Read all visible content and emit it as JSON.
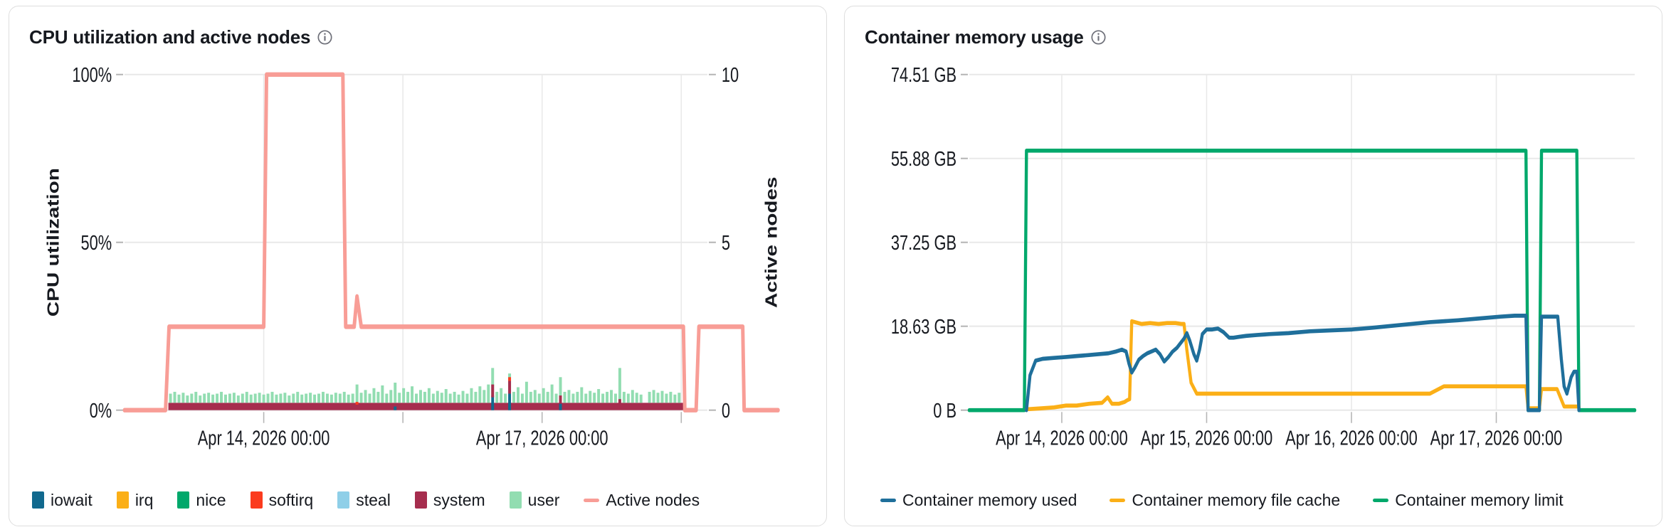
{
  "cards": [
    {
      "title": "CPU utilization and active nodes",
      "info_icon": "info-icon",
      "axes": {
        "left_title": "CPU utilization",
        "right_title": "Active nodes",
        "left_ticks": [
          "100%",
          "50%",
          "0%"
        ],
        "right_ticks": [
          "10",
          "5",
          "0"
        ],
        "x_ticks": [
          "Apr 14, 2026 00:00",
          "Apr 17, 2026 00:00"
        ]
      },
      "legend": [
        {
          "label": "iowait",
          "color": "#11698E",
          "marker": "box"
        },
        {
          "label": "irq",
          "color": "#FBAF17",
          "marker": "box"
        },
        {
          "label": "nice",
          "color": "#00A86B",
          "marker": "box"
        },
        {
          "label": "softirq",
          "color": "#FB3B1E",
          "marker": "box"
        },
        {
          "label": "steal",
          "color": "#8FCFE8",
          "marker": "box"
        },
        {
          "label": "system",
          "color": "#A62D4E",
          "marker": "box"
        },
        {
          "label": "user",
          "color": "#92DDB1",
          "marker": "box"
        },
        {
          "label": "Active nodes",
          "color": "#F89D96",
          "marker": "line"
        }
      ]
    },
    {
      "title": "Container memory usage",
      "info_icon": "info-icon",
      "axes": {
        "left_title": "",
        "left_ticks": [
          "74.51 GB",
          "55.88 GB",
          "37.25 GB",
          "18.63 GB",
          "0 B"
        ],
        "x_ticks": [
          "Apr 14, 2026 00:00",
          "Apr 15, 2026 00:00",
          "Apr 16, 2026 00:00",
          "Apr 17, 2026 00:00"
        ]
      },
      "legend": [
        {
          "label": "Container memory used",
          "color": "#1F6F9B",
          "marker": "line"
        },
        {
          "label": "Container memory file cache",
          "color": "#FBAF17",
          "marker": "line"
        },
        {
          "label": "Container memory limit",
          "color": "#00A86B",
          "marker": "line"
        }
      ]
    }
  ],
  "chart_data": [
    {
      "type": "bar",
      "title": "CPU utilization and active nodes",
      "xlabel": "",
      "ylabel": "CPU utilization",
      "y2label": "Active nodes",
      "ylim": [
        0,
        100
      ],
      "y2lim": [
        0,
        12
      ],
      "ytick_labels": [
        "0%",
        "50%",
        "100%"
      ],
      "ytick_values": [
        0,
        50,
        100
      ],
      "y2tick_labels": [
        "0",
        "5",
        "10"
      ],
      "y2tick_values": [
        0,
        5,
        10
      ],
      "xlim": [
        "Apr 13, 2026 12:00",
        "Apr 17, 2026 18:00"
      ],
      "xtick_labels": [
        "Apr 14, 2026 00:00",
        "Apr 17, 2026 00:00"
      ],
      "grid": true,
      "legend_position": "bottom",
      "stacked": true,
      "series": [
        {
          "name": "iowait",
          "color": "#11698E",
          "kind": "bar",
          "note": "near zero everywhere; occasional 1-3% spikes at ~Apr 15.2, Apr 15.5, Apr 16.0"
        },
        {
          "name": "irq",
          "color": "#FBAF17",
          "kind": "bar",
          "note": "negligible, <0.2%"
        },
        {
          "name": "nice",
          "color": "#00A86B",
          "kind": "bar",
          "note": "negligible, <0.2%"
        },
        {
          "name": "softirq",
          "color": "#FB3B1E",
          "kind": "bar",
          "note": "negligible, <0.3%"
        },
        {
          "name": "steal",
          "color": "#8FCFE8",
          "kind": "bar",
          "note": "negligible, <0.1%"
        },
        {
          "name": "system",
          "color": "#A62D4E",
          "kind": "bar",
          "note": "constant base band ~0.8-1.5%, occasional 3-5% spikes"
        },
        {
          "name": "user",
          "color": "#92DDB1",
          "kind": "bar",
          "note": "main band ~1.5-3%, spikes up to 8-12% around Apr 15.2 and Apr 15.5"
        },
        {
          "name": "Active nodes",
          "color": "#F89D96",
          "kind": "line",
          "axis": "right",
          "steps": [
            {
              "x": "Apr 13, 2026 12:00",
              "y": 0
            },
            {
              "x": "Apr 13, 2026 21:30",
              "y": 0
            },
            {
              "x": "Apr 13, 2026 22:00",
              "y": 3
            },
            {
              "x": "Apr 14, 2026 12:30",
              "y": 3
            },
            {
              "x": "Apr 14, 2026 13:00",
              "y": 12
            },
            {
              "x": "Apr 15, 2026 01:30",
              "y": 12
            },
            {
              "x": "Apr 15, 2026 02:00",
              "y": 3
            },
            {
              "x": "Apr 15, 2026 03:00",
              "y": 3
            },
            {
              "x": "Apr 15, 2026 03:30",
              "y": 4.3
            },
            {
              "x": "Apr 15, 2026 04:00",
              "y": 3
            },
            {
              "x": "Apr 17, 2026 05:00",
              "y": 3
            },
            {
              "x": "Apr 17, 2026 05:30",
              "y": 0
            },
            {
              "x": "Apr 17, 2026 06:30",
              "y": 0
            },
            {
              "x": "Apr 17, 2026 07:00",
              "y": 3
            },
            {
              "x": "Apr 17, 2026 12:30",
              "y": 3
            },
            {
              "x": "Apr 17, 2026 13:00",
              "y": 0
            },
            {
              "x": "Apr 17, 2026 18:00",
              "y": 0
            }
          ]
        }
      ]
    },
    {
      "type": "line",
      "title": "Container memory usage",
      "xlabel": "",
      "ylabel": "",
      "ylim": [
        0,
        74.51
      ],
      "ytick_labels": [
        "0 B",
        "18.63 GB",
        "37.25 GB",
        "55.88 GB",
        "74.51 GB"
      ],
      "ytick_values": [
        0,
        18.63,
        37.25,
        55.88,
        74.51
      ],
      "xlim": [
        "Apr 13, 2026 12:00",
        "Apr 17, 2026 18:00"
      ],
      "xtick_labels": [
        "Apr 14, 2026 00:00",
        "Apr 15, 2026 00:00",
        "Apr 16, 2026 00:00",
        "Apr 17, 2026 00:00"
      ],
      "grid": true,
      "legend_position": "bottom",
      "units": "GB",
      "series": [
        {
          "name": "Container memory limit",
          "color": "#00A86B",
          "points": [
            {
              "x": "Apr 13, 2026 12:00",
              "y": 0
            },
            {
              "x": "Apr 13, 2026 21:45",
              "y": 0
            },
            {
              "x": "Apr 13, 2026 22:00",
              "y": 57.5
            },
            {
              "x": "Apr 17, 2026 05:15",
              "y": 57.5
            },
            {
              "x": "Apr 17, 2026 05:30",
              "y": 0
            },
            {
              "x": "Apr 17, 2026 06:30",
              "y": 0
            },
            {
              "x": "Apr 17, 2026 06:45",
              "y": 57.5
            },
            {
              "x": "Apr 17, 2026 12:45",
              "y": 57.5
            },
            {
              "x": "Apr 17, 2026 13:00",
              "y": 0
            },
            {
              "x": "Apr 17, 2026 18:00",
              "y": 0
            }
          ]
        },
        {
          "name": "Container memory used",
          "color": "#1F6F9B",
          "points": [
            {
              "x": "Apr 13, 2026 22:00",
              "y": 0
            },
            {
              "x": "Apr 13, 2026 23:00",
              "y": 10.5
            },
            {
              "x": "Apr 14, 2026 02:00",
              "y": 11.6
            },
            {
              "x": "Apr 14, 2026 12:00",
              "y": 11.9
            },
            {
              "x": "Apr 14, 2026 18:00",
              "y": 12.3
            },
            {
              "x": "Apr 14, 2026 20:30",
              "y": 13.0
            },
            {
              "x": "Apr 14, 2026 21:30",
              "y": 10.4
            },
            {
              "x": "Apr 14, 2026 23:00",
              "y": 11.2
            },
            {
              "x": "Apr 15, 2026 02:00",
              "y": 13.4
            },
            {
              "x": "Apr 15, 2026 03:30",
              "y": 11.7
            },
            {
              "x": "Apr 15, 2026 05:30",
              "y": 13.6
            },
            {
              "x": "Apr 15, 2026 06:30",
              "y": 12.4
            },
            {
              "x": "Apr 15, 2026 08:00",
              "y": 17.0
            },
            {
              "x": "Apr 15, 2026 08:45",
              "y": 12.2
            },
            {
              "x": "Apr 15, 2026 09:30",
              "y": 16.0
            },
            {
              "x": "Apr 15, 2026 12:00",
              "y": 16.0
            },
            {
              "x": "Apr 15, 2026 13:00",
              "y": 14.6
            },
            {
              "x": "Apr 16, 2026 06:00",
              "y": 15.2
            },
            {
              "x": "Apr 16, 2026 20:00",
              "y": 16.3
            },
            {
              "x": "Apr 17, 2026 03:00",
              "y": 16.6
            },
            {
              "x": "Apr 17, 2026 05:15",
              "y": 16.6
            },
            {
              "x": "Apr 17, 2026 05:30",
              "y": 0
            },
            {
              "x": "Apr 17, 2026 06:30",
              "y": 0
            },
            {
              "x": "Apr 17, 2026 07:00",
              "y": 16.4
            },
            {
              "x": "Apr 17, 2026 09:00",
              "y": 16.4
            },
            {
              "x": "Apr 17, 2026 10:00",
              "y": 2.4
            },
            {
              "x": "Apr 17, 2026 11:00",
              "y": 6.0
            },
            {
              "x": "Apr 17, 2026 12:15",
              "y": 6.6
            },
            {
              "x": "Apr 17, 2026 12:45",
              "y": 6.0
            },
            {
              "x": "Apr 17, 2026 13:00",
              "y": 0
            }
          ]
        },
        {
          "name": "Container memory file cache",
          "color": "#FBAF17",
          "points": [
            {
              "x": "Apr 13, 2026 22:00",
              "y": 0.2
            },
            {
              "x": "Apr 14, 2026 06:00",
              "y": 0.4
            },
            {
              "x": "Apr 14, 2026 16:00",
              "y": 0.6
            },
            {
              "x": "Apr 14, 2026 20:00",
              "y": 1.3
            },
            {
              "x": "Apr 14, 2026 20:30",
              "y": 2.4
            },
            {
              "x": "Apr 14, 2026 21:00",
              "y": 0.9
            },
            {
              "x": "Apr 14, 2026 23:00",
              "y": 0.9
            },
            {
              "x": "Apr 14, 2026 23:30",
              "y": 20.6
            },
            {
              "x": "Apr 15, 2026 03:00",
              "y": 19.3
            },
            {
              "x": "Apr 15, 2026 05:00",
              "y": 19.6
            },
            {
              "x": "Apr 15, 2026 07:30",
              "y": 19.5
            },
            {
              "x": "Apr 15, 2026 08:00",
              "y": 12.0
            },
            {
              "x": "Apr 15, 2026 08:45",
              "y": 3.6
            },
            {
              "x": "Apr 16, 2026 18:00",
              "y": 3.6
            },
            {
              "x": "Apr 16, 2026 20:00",
              "y": 5.2
            },
            {
              "x": "Apr 17, 2026 05:15",
              "y": 5.2
            },
            {
              "x": "Apr 17, 2026 05:30",
              "y": 0
            },
            {
              "x": "Apr 17, 2026 06:30",
              "y": 0
            },
            {
              "x": "Apr 17, 2026 07:00",
              "y": 4.6
            },
            {
              "x": "Apr 17, 2026 09:30",
              "y": 4.6
            },
            {
              "x": "Apr 17, 2026 10:30",
              "y": 0.5
            },
            {
              "x": "Apr 17, 2026 13:00",
              "y": 0.5
            }
          ]
        }
      ]
    }
  ],
  "palette": {
    "card_border": "#DEDEDE",
    "grid": "#E9E9E9",
    "axis_text": "#16191F",
    "tick": "#B6B6B6",
    "background": "#FFFFFF"
  }
}
